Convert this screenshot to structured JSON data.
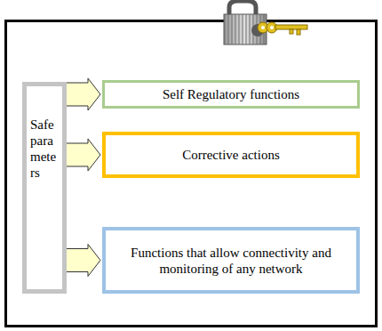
{
  "diagram": {
    "nodes": [
      {
        "text": [
          "Safe parameters"
        ]
      },
      {
        "text": [
          "Self Regulatory functions"
        ]
      },
      {
        "text": [
          "Corrective actions"
        ]
      },
      {
        "text": [
          "Functions that allow connectivity and monitoring of any network"
        ]
      }
    ],
    "edges": [
      {
        "from": 0,
        "to": 1,
        "arrow": "to"
      },
      {
        "from": 0,
        "to": 2,
        "arrow": "to"
      },
      {
        "from": 0,
        "to": 3,
        "arrow": "to"
      }
    ]
  }
}
